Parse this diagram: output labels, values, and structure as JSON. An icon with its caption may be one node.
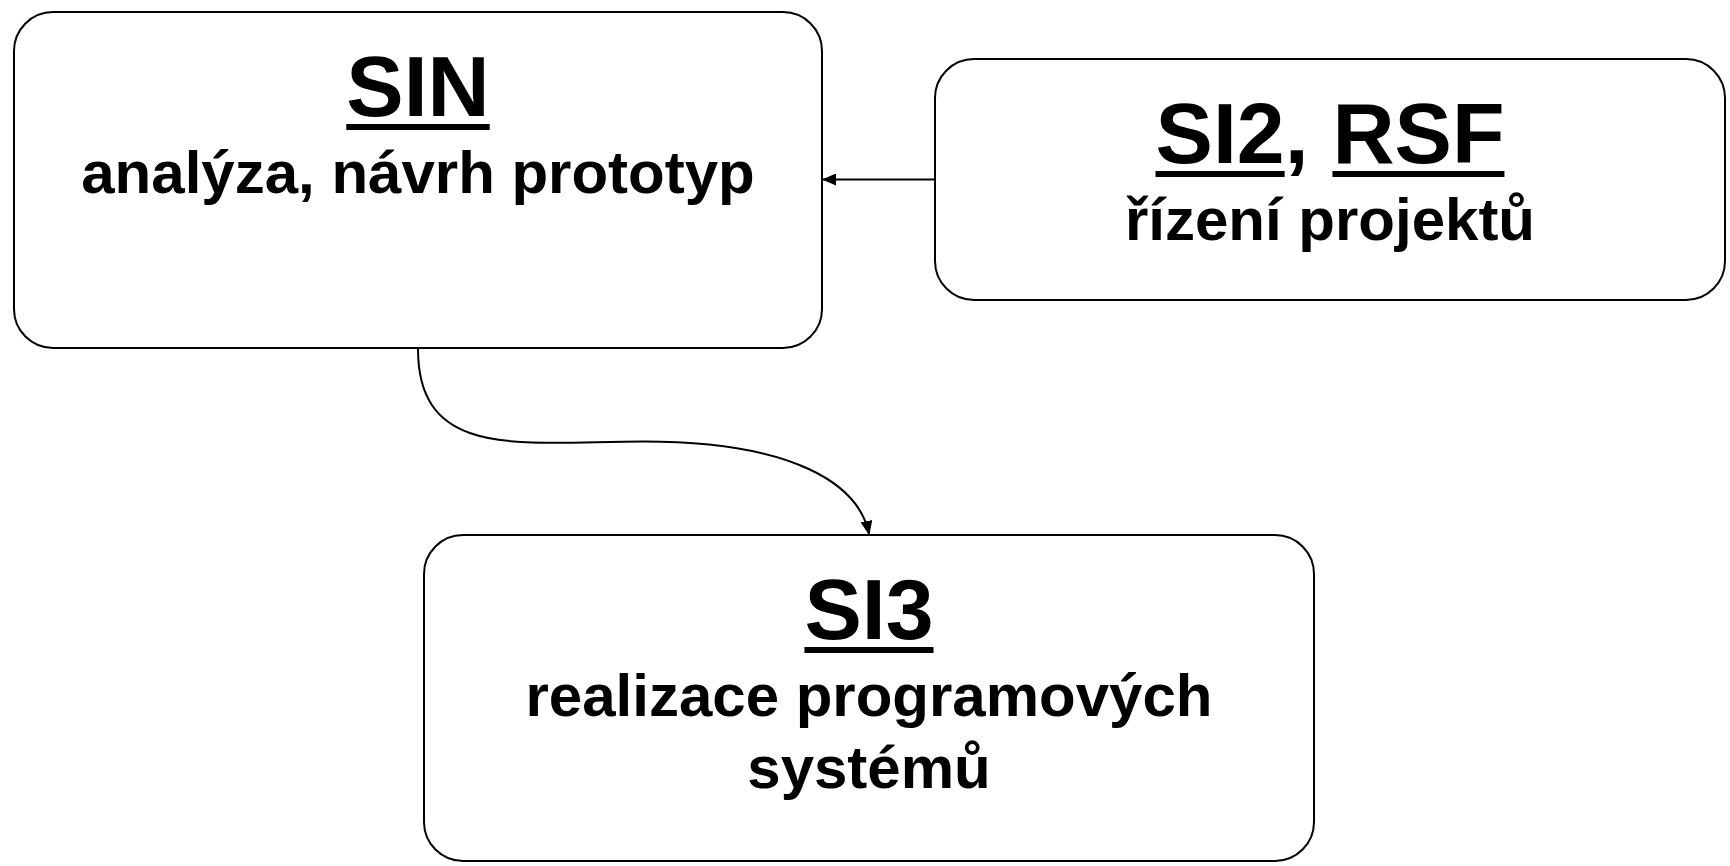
{
  "diagram": {
    "nodes": [
      {
        "text": [
          "SIN",
          "analýza, návrh prototyp"
        ]
      },
      {
        "text": [
          "SI2, RSF",
          "řízení projektů"
        ]
      },
      {
        "text": [
          "SI3",
          "realizace programových systémů"
        ]
      }
    ],
    "edges": [
      {
        "from": 1,
        "to": 0,
        "arrow": "to"
      },
      {
        "from": 0,
        "to": 2,
        "arrow": "to"
      }
    ]
  }
}
